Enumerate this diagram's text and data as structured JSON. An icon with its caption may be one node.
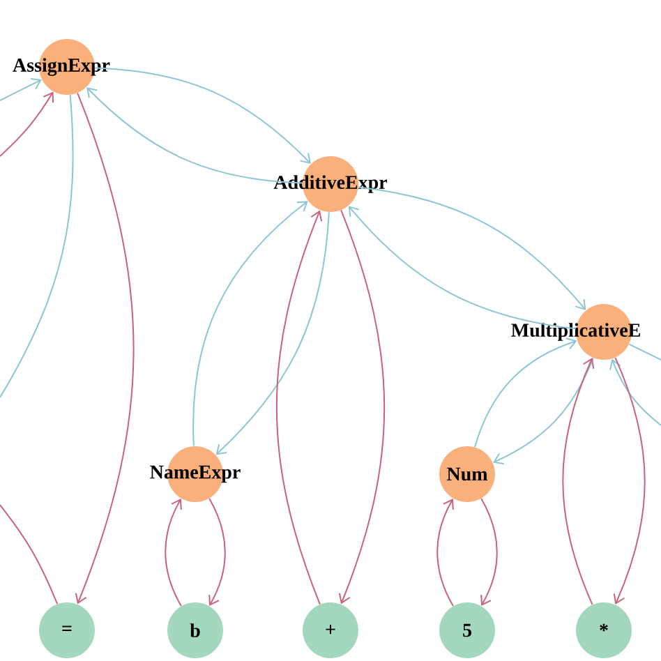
{
  "diagram": {
    "nodes": [
      {
        "text": [
          "AssignExpr"
        ]
      },
      {
        "text": [
          "AdditiveExpr"
        ]
      },
      {
        "text": [
          "MultiplicativeE"
        ]
      },
      {
        "text": [
          "NameExpr"
        ]
      },
      {
        "text": [
          "Num"
        ]
      },
      {
        "text": [
          "="
        ]
      },
      {
        "text": [
          "b"
        ]
      },
      {
        "text": [
          "+"
        ]
      },
      {
        "text": [
          "5"
        ]
      },
      {
        "text": [
          "*"
        ]
      }
    ],
    "edges": [
      {
        "from": 0,
        "to": 1,
        "arrow": "to",
        "color": "#8cc6d4"
      },
      {
        "from": 1,
        "to": 0,
        "arrow": "to",
        "color": "#8cc6d4"
      },
      {
        "from": 1,
        "to": 2,
        "arrow": "to",
        "color": "#8cc6d4"
      },
      {
        "from": 2,
        "to": 1,
        "arrow": "to",
        "color": "#8cc6d4"
      },
      {
        "from": 3,
        "to": 1,
        "arrow": "to",
        "color": "#8cc6d4"
      },
      {
        "from": 1,
        "to": 3,
        "arrow": "to",
        "color": "#8cc6d4"
      },
      {
        "from": 4,
        "to": 2,
        "arrow": "to",
        "color": "#8cc6d4"
      },
      {
        "from": 2,
        "to": 4,
        "arrow": "to",
        "color": "#8cc6d4"
      },
      {
        "from": null,
        "to": 0,
        "arrow": "to",
        "color": "#8cc6d4"
      },
      {
        "from": 0,
        "to": null,
        "arrow": "none",
        "color": "#8cc6d4"
      },
      {
        "from": 2,
        "to": null,
        "arrow": "none",
        "color": "#8cc6d4"
      },
      {
        "from": null,
        "to": 2,
        "arrow": "to",
        "color": "#8cc6d4"
      },
      {
        "from": null,
        "to": 0,
        "arrow": "to",
        "color": "#c9637d"
      },
      {
        "from": 0,
        "to": 5,
        "arrow": "to",
        "color": "#c9637d"
      },
      {
        "from": 5,
        "to": null,
        "arrow": "none",
        "color": "#c9637d"
      },
      {
        "from": 7,
        "to": 1,
        "arrow": "to",
        "color": "#c9637d"
      },
      {
        "from": 1,
        "to": 7,
        "arrow": "to",
        "color": "#c9637d"
      },
      {
        "from": 6,
        "to": 3,
        "arrow": "to",
        "color": "#c9637d"
      },
      {
        "from": 3,
        "to": 6,
        "arrow": "to",
        "color": "#c9637d"
      },
      {
        "from": 8,
        "to": 4,
        "arrow": "to",
        "color": "#c9637d"
      },
      {
        "from": 4,
        "to": 8,
        "arrow": "to",
        "color": "#c9637d"
      },
      {
        "from": 9,
        "to": 2,
        "arrow": "to",
        "color": "#c9637d"
      },
      {
        "from": 2,
        "to": 9,
        "arrow": "to",
        "color": "#c9637d"
      }
    ]
  }
}
